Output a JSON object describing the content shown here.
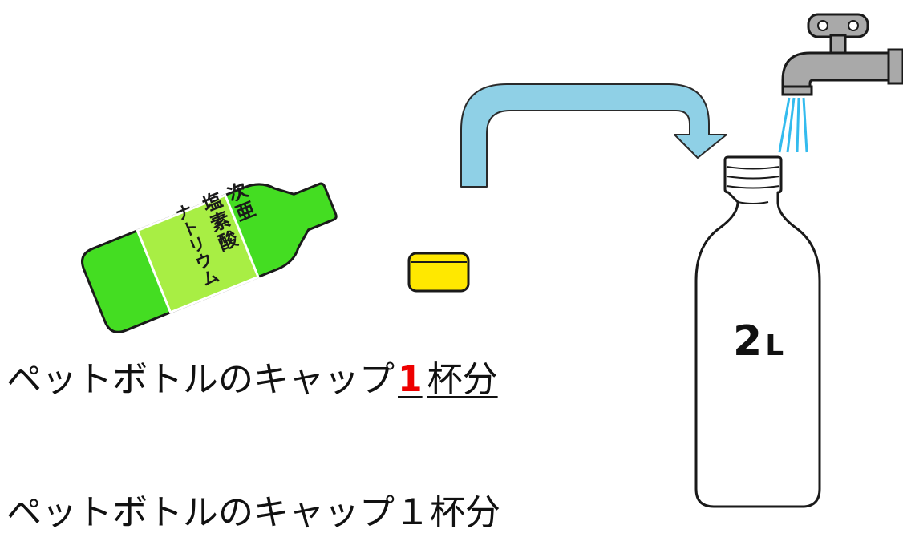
{
  "bleach_bottle": {
    "label_lines": [
      "次亜",
      "塩素酸",
      "ナトリウム"
    ],
    "body_color": "#44dd22",
    "label_color": "#a8ee44"
  },
  "cap": {
    "color": "#ffe800"
  },
  "arrow": {
    "color": "#8fd0e6"
  },
  "instruction": {
    "prefix": "ペットボトルのキャップ",
    "number": "1",
    "suffix": "杯分",
    "number_color": "#ee0000"
  },
  "instruction_partial": {
    "text": "ペットボトルのキャップ１杯分"
  },
  "water_bottle": {
    "volume_number": "2",
    "volume_unit": "L"
  },
  "faucet": {
    "body_color": "#a9a9a9",
    "water_color": "#33bbee"
  }
}
